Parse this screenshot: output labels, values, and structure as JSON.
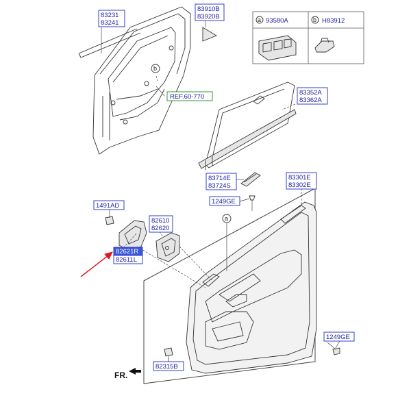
{
  "labels": {
    "door_frame": [
      "83231",
      "83241"
    ],
    "mirror_cover": [
      "83910B",
      "83920B"
    ],
    "ref": "REF.60-770",
    "sunshade": [
      "83352A",
      "83362A"
    ],
    "grip_cover": [
      "83714E",
      "83724S"
    ],
    "bolt_upper": "1249GE",
    "panel_assy": [
      "83301E",
      "83302E"
    ],
    "clip": "1491AD",
    "handle_inner": [
      "82610",
      "82620"
    ],
    "handle_assy": [
      "82621R",
      "82611L"
    ],
    "bolt_lower": "1249GE",
    "fastener": "82315B",
    "front_arrow": "FR."
  },
  "legend": {
    "a": {
      "marker": "a",
      "part": "93580A"
    },
    "b": {
      "marker": "b",
      "part": "H83912"
    }
  },
  "callouts": {
    "a": "a",
    "b": "b"
  },
  "colors": {
    "label_border": "#2f3fd0",
    "label_text": "#1a1aa6",
    "highlight": "#3b55d9",
    "pointer_arrow": "#e0191f",
    "ref_border": "#2e9a2e"
  }
}
